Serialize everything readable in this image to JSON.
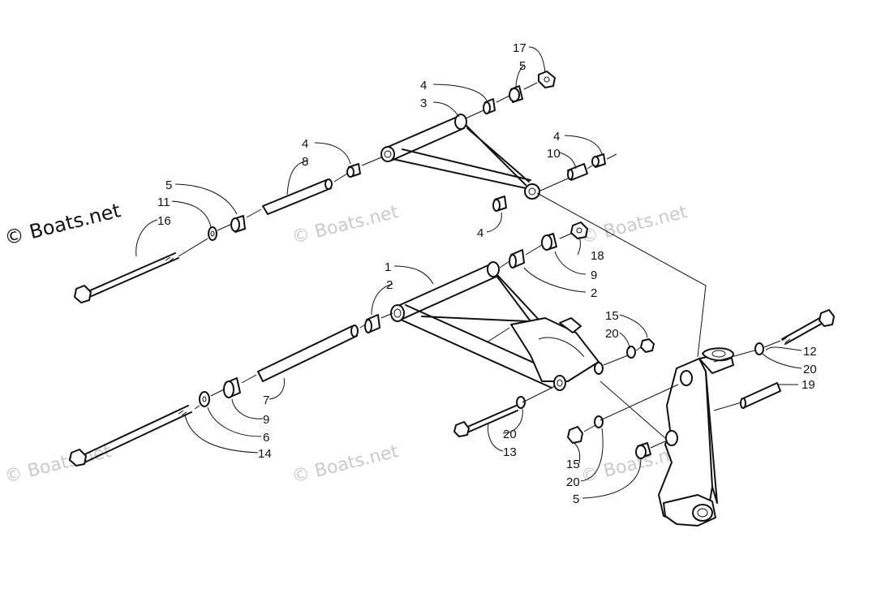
{
  "watermark": {
    "main": "© Boats.net",
    "faint": "© Boats.net"
  },
  "callouts": [
    {
      "id": "c17a",
      "text": "17"
    },
    {
      "id": "c5a",
      "text": "5"
    },
    {
      "id": "c4a",
      "text": "4"
    },
    {
      "id": "c3",
      "text": "3"
    },
    {
      "id": "c4b",
      "text": "4"
    },
    {
      "id": "c8",
      "text": "8"
    },
    {
      "id": "c4c",
      "text": "4"
    },
    {
      "id": "c10",
      "text": "10"
    },
    {
      "id": "c5b",
      "text": "5"
    },
    {
      "id": "c11",
      "text": "11"
    },
    {
      "id": "c16",
      "text": "16"
    },
    {
      "id": "c4d",
      "text": "4"
    },
    {
      "id": "c18",
      "text": "18"
    },
    {
      "id": "c1",
      "text": "1"
    },
    {
      "id": "c9a",
      "text": "9"
    },
    {
      "id": "c2a",
      "text": "2"
    },
    {
      "id": "c2b",
      "text": "2"
    },
    {
      "id": "c15a",
      "text": "15"
    },
    {
      "id": "c20a",
      "text": "20"
    },
    {
      "id": "c12",
      "text": "12"
    },
    {
      "id": "c20b",
      "text": "20"
    },
    {
      "id": "c19",
      "text": "19"
    },
    {
      "id": "c7",
      "text": "7"
    },
    {
      "id": "c9b",
      "text": "9"
    },
    {
      "id": "c6",
      "text": "6"
    },
    {
      "id": "c14",
      "text": "14"
    },
    {
      "id": "c20c",
      "text": "20"
    },
    {
      "id": "c13",
      "text": "13"
    },
    {
      "id": "c15b",
      "text": "15"
    },
    {
      "id": "c20d",
      "text": "20"
    },
    {
      "id": "c5c",
      "text": "5"
    }
  ]
}
